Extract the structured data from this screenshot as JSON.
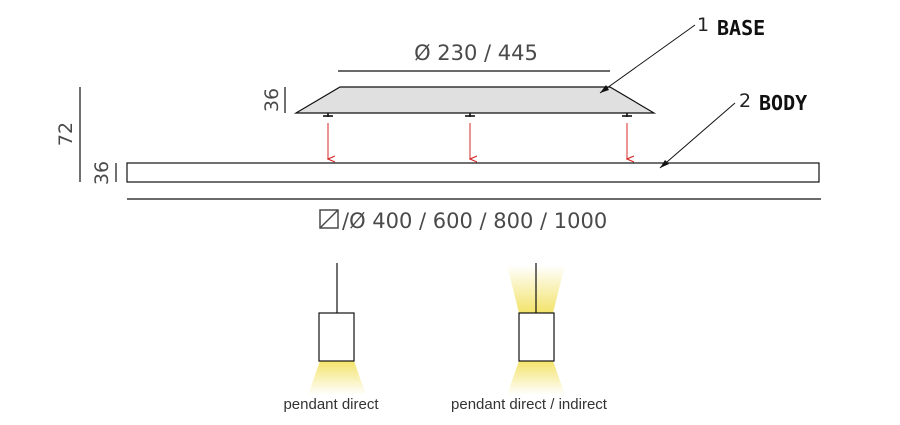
{
  "parts": [
    {
      "number": "1",
      "name": "BASE"
    },
    {
      "number": "2",
      "name": "BODY"
    }
  ],
  "dimensions": {
    "base_diameter": "Ø 230 / 445",
    "base_height": "36",
    "total_height": "72",
    "body_height": "36",
    "body_size": "/Ø 400 / 600 / 800 / 1000"
  },
  "variants": [
    {
      "label": "pendant direct"
    },
    {
      "label": "pendant direct / indirect"
    }
  ],
  "colors": {
    "line": "#111111",
    "arrow": "#d42a2a",
    "base_fill": "#e0e0e0",
    "light": "#f3e36a"
  }
}
